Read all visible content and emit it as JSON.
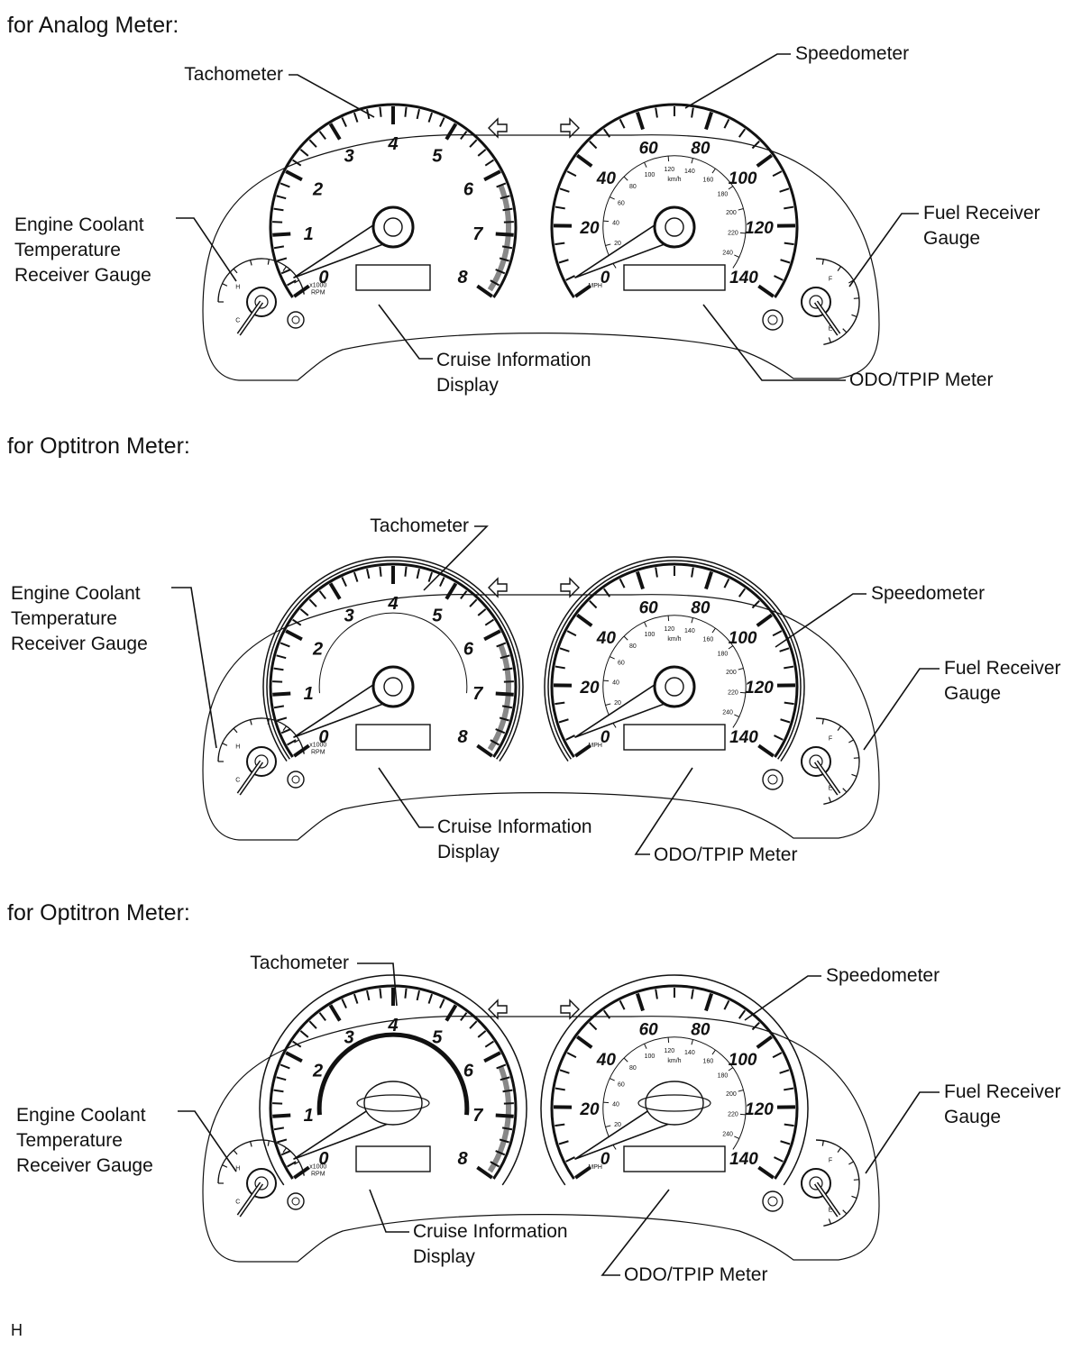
{
  "sections": [
    {
      "title": "for Analog Meter:",
      "labels": {
        "tachometer": "Tachometer",
        "speedometer": "Speedometer",
        "coolant": [
          "Engine Coolant",
          "Temperature",
          "Receiver Gauge"
        ],
        "fuel": [
          "Fuel Receiver",
          "Gauge"
        ],
        "cruise": [
          "Cruise Information",
          "Display"
        ],
        "odo": "ODO/TPIP Meter"
      }
    },
    {
      "title": "for Optitron Meter:",
      "labels": {
        "tachometer": "Tachometer",
        "speedometer": "Speedometer",
        "coolant": [
          "Engine Coolant",
          "Temperature",
          "Receiver Gauge"
        ],
        "fuel": [
          "Fuel Receiver",
          "Gauge"
        ],
        "cruise": [
          "Cruise Information",
          "Display"
        ],
        "odo": "ODO/TPIP Meter"
      }
    },
    {
      "title": "for Optitron Meter:",
      "labels": {
        "tachometer": "Tachometer",
        "speedometer": "Speedometer",
        "coolant": [
          "Engine Coolant",
          "Temperature",
          "Receiver Gauge"
        ],
        "fuel": [
          "Fuel Receiver",
          "Gauge"
        ],
        "cruise": [
          "Cruise Information",
          "Display"
        ],
        "odo": "ODO/TPIP Meter"
      }
    }
  ],
  "gauges": {
    "tach_numbers": [
      "0",
      "1",
      "2",
      "3",
      "4",
      "5",
      "6",
      "7",
      "8"
    ],
    "tach_unit": [
      "x1000",
      "RPM"
    ],
    "speed_numbers": [
      "0",
      "20",
      "40",
      "60",
      "80",
      "100",
      "120",
      "140"
    ],
    "speed_unit": "MPH",
    "speed_kmh_unit": "km/h",
    "kmh_numbers": [
      "20",
      "40",
      "60",
      "80",
      "100",
      "120",
      "140",
      "160",
      "180",
      "200",
      "220",
      "240"
    ],
    "temp_marks": [
      "H",
      "C"
    ],
    "fuel_marks": [
      "F",
      "E"
    ]
  },
  "footer": "H"
}
